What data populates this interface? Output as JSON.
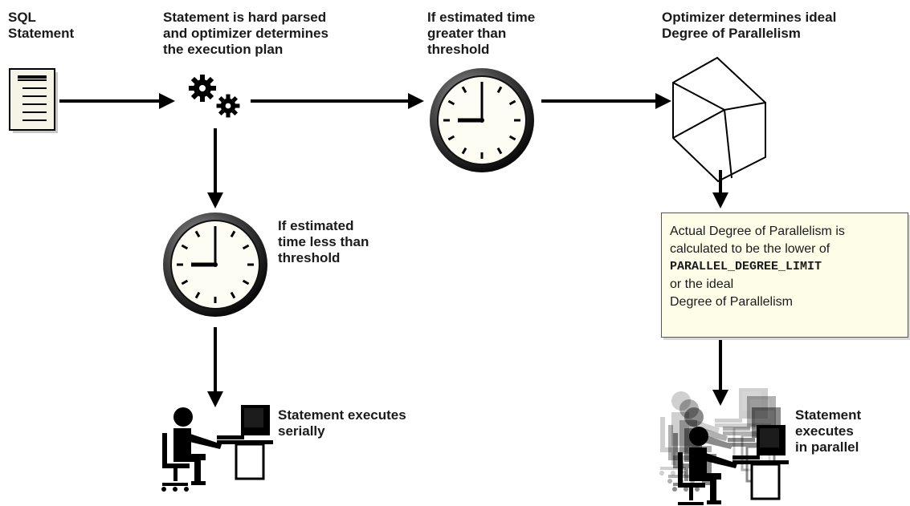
{
  "labels": {
    "sql_statement": "SQL\nStatement",
    "hard_parsed": "Statement is hard parsed\nand optimizer determines\nthe execution plan",
    "greater_threshold": "If estimated time\ngreater than\nthreshold",
    "ideal_dop": "Optimizer determines ideal\nDegree of Parallelism",
    "less_threshold": "If estimated\ntime less than\nthreshold",
    "executes_serially": "Statement executes\nserially",
    "executes_parallel": "Statement\nexecutes\nin parallel"
  },
  "box": {
    "line1": "Actual Degree of Parallelism is",
    "line2": "calculated to be the lower of",
    "param": "PARALLEL_DEGREE_LIMIT",
    "line4": "or the ideal",
    "line5": "Degree of Parallelism"
  },
  "colors": {
    "arrow": "#000000",
    "note_fill": "#fdfde8"
  }
}
